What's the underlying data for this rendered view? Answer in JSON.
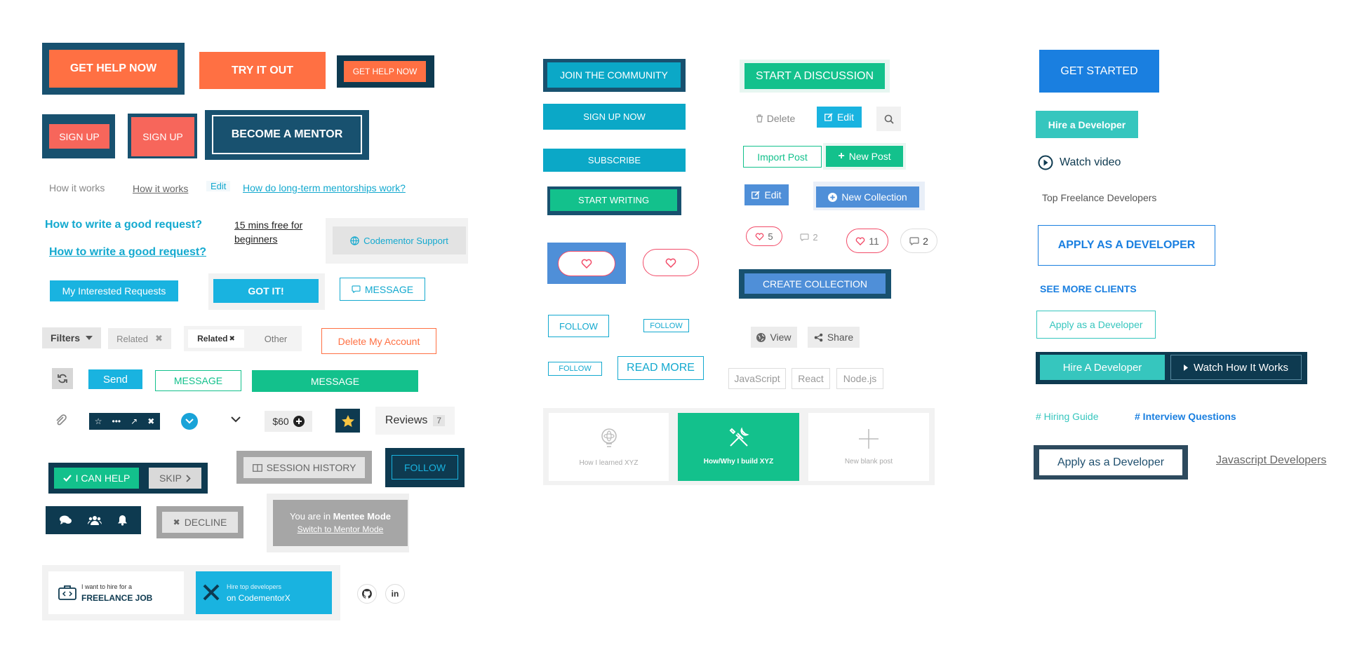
{
  "col1": {
    "get_help_now_large": "GET HELP NOW",
    "try_it_out": "TRY IT OUT",
    "get_help_now_small": "GET HELP NOW",
    "sign_up_a": "SIGN UP",
    "sign_up_b": "SIGN UP",
    "become_mentor": "BECOME A MENTOR",
    "how_it_works_plain": "How it works",
    "how_it_works_link": "How it works",
    "edit_link": "Edit",
    "long_term_link": "How do long-term mentorships work?",
    "good_request_a": "How to write a good request?",
    "good_request_b": "How to write a good request?",
    "fifteen_mins": "15 mins free for beginners",
    "codementor_support": "Codementor Support",
    "my_requests": "My Interested Requests",
    "got_it": "GOT IT!",
    "message_outline": "MESSAGE",
    "filters": "Filters",
    "related_tag": "Related",
    "related_tab": "Related",
    "other_tab": "Other",
    "delete_account": "Delete My Account",
    "send": "Send",
    "message_outline_green": "MESSAGE",
    "message_green": "MESSAGE",
    "price": "$60",
    "reviews": "Reviews",
    "reviews_count": "7",
    "i_can_help": "I CAN HELP",
    "skip": "SKIP",
    "session_history": "SESSION HISTORY",
    "follow_dark": "FOLLOW",
    "decline": "DECLINE",
    "mode_prefix": "You are in ",
    "mode_name": "Mentee Mode",
    "switch_mode": "Switch to Mentor Mode",
    "hire_small": "I want to hire for a",
    "hire_big": "FREELANCE JOB",
    "cx_small": "Hire top developers",
    "cx_big": "on CodementorX"
  },
  "col2": {
    "join_community": "JOIN THE COMMUNITY",
    "sign_up_now": "SIGN UP NOW",
    "subscribe": "SUBSCRIBE",
    "start_writing": "START WRITING",
    "follow_1": "FOLLOW",
    "follow_2": "FOLLOW",
    "follow_3": "FOLLOW",
    "read_more": "READ MORE",
    "card_learned": "How I learned XYZ",
    "card_build": "How/Why I build XYZ",
    "card_blank": "New blank post"
  },
  "col3": {
    "start_discussion": "START A DISCUSSION",
    "delete": "Delete",
    "edit": "Edit",
    "import_post": "Import Post",
    "new_post": "New Post",
    "edit_blue": "Edit",
    "new_collection": "New Collection",
    "likes_a": "5",
    "comments_a": "2",
    "likes_b": "11",
    "comments_b": "2",
    "create_collection": "CREATE COLLECTION",
    "view": "View",
    "share": "Share",
    "tags": [
      "JavaScript",
      "React",
      "Node.js"
    ]
  },
  "col4": {
    "get_started": "GET STARTED",
    "hire_developer": "Hire a Developer",
    "watch_video": "Watch video",
    "top_freelance": "Top Freelance Developers",
    "apply_large": "APPLY AS A DEVELOPER",
    "see_more_clients": "SEE MORE CLIENTS",
    "apply_outline": "Apply as a Developer",
    "hire_a_developer": "Hire A Developer",
    "watch_how": "Watch How It Works",
    "hiring_guide": "# Hiring Guide",
    "interview_questions": "# Interview Questions",
    "apply_dark": "Apply as a Developer",
    "js_developers": "Javascript Developers"
  },
  "colors": {
    "orange": "#ff7043",
    "salmon": "#f7665b",
    "navy": "#0e3a50",
    "cyan": "#19b3e0",
    "teal": "#0ba8c7",
    "green": "#13c18c",
    "blue": "#1a7fe0",
    "mint": "#36c6be",
    "pink": "#f24b68"
  }
}
